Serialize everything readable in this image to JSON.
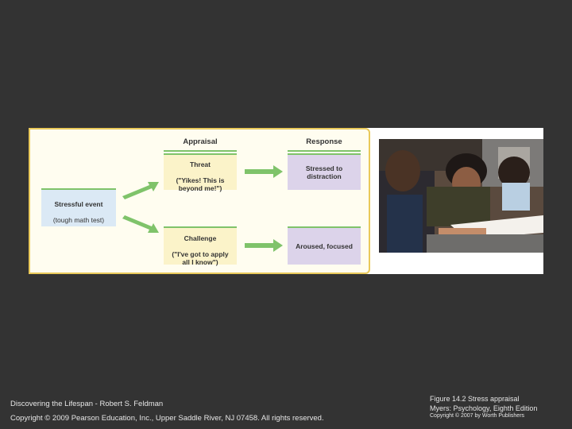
{
  "diagram": {
    "headers": {
      "appraisal": "Appraisal",
      "response": "Response"
    },
    "stress_event": {
      "title": "Stressful event",
      "detail": "(tough math test)"
    },
    "threat": {
      "title": "Threat",
      "detail": "(\"Yikes! This is\nbeyond me!\")"
    },
    "challenge": {
      "title": "Challenge",
      "detail": "(\"I've got to apply\nall I know\")"
    },
    "threat_response": "Stressed to\ndistraction",
    "challenge_response": "Aroused, focused"
  },
  "footer": {
    "book": "Discovering the Lifespan - Robert S. Feldman",
    "copyright": "Copyright © 2009 Pearson Education, Inc., Upper Saddle River, NJ 07458.  All rights reserved.",
    "figure_title": "Figure 14.2  Stress appraisal",
    "figure_source": "Myers: Psychology, Eighth Edition",
    "figure_copyright": "Copyright © 2007 by Worth Publishers"
  },
  "colors": {
    "slide_bg": "#333333",
    "border_gold": "#e9c95a",
    "accent_green": "#7fc36a",
    "stress_box": "#dbe9f5",
    "appraisal_box": "#fbf3c9",
    "response_box": "#dcd3ea"
  }
}
